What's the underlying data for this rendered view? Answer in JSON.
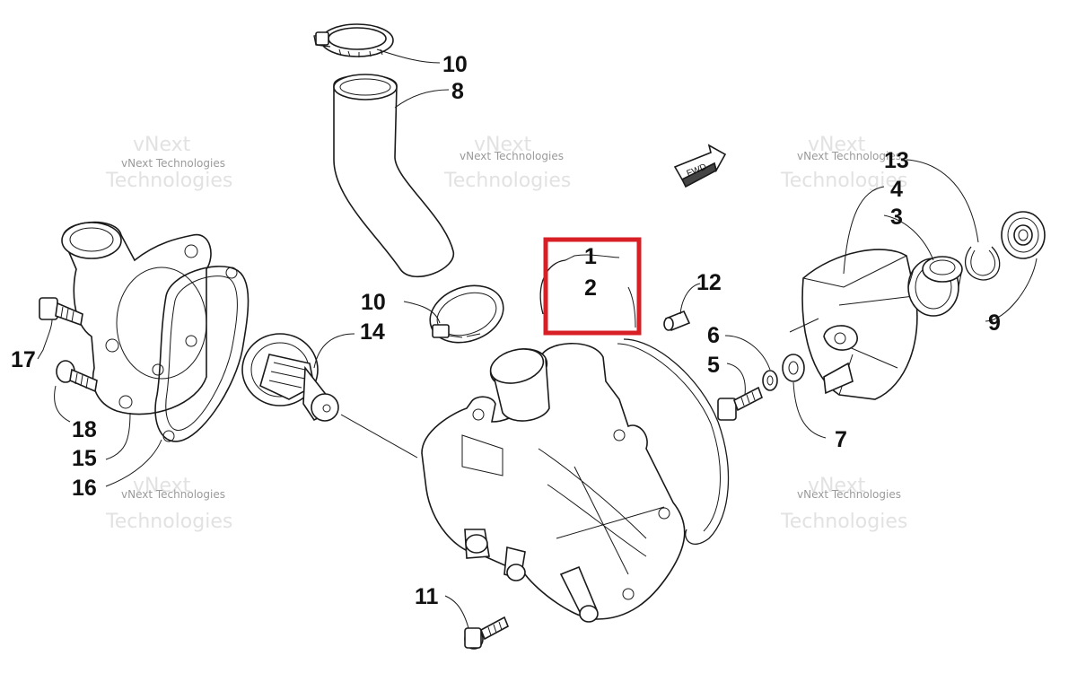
{
  "watermark": {
    "line1": "vNext Technologies",
    "line2": "Technologies",
    "line0": "vNext"
  },
  "fwd_badge": "FWD",
  "highlight_color": "#d81f26",
  "callouts": {
    "c1": "1",
    "c2": "2",
    "c3": "3",
    "c4": "4",
    "c5": "5",
    "c6": "6",
    "c7": "7",
    "c8": "8",
    "c9": "9",
    "c10a": "10",
    "c10b": "10",
    "c11": "11",
    "c12": "12",
    "c13": "13",
    "c14": "14",
    "c15": "15",
    "c16": "16",
    "c17": "17",
    "c18": "18"
  }
}
